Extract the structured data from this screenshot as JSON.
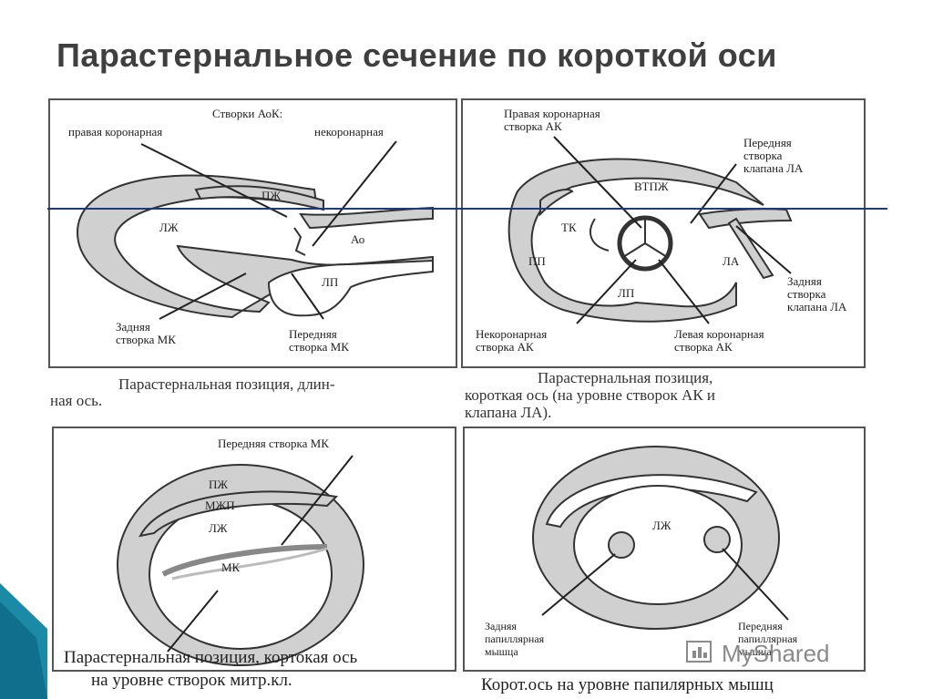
{
  "title": "Парастернальное сечение по короткой оси",
  "panel1": {
    "labels": {
      "aok": "Створки АоК:",
      "right_coronary": "правая коронарная",
      "noncoronary": "некоронарная",
      "pzh": "ПЖ",
      "lzh": "ЛЖ",
      "ao": "Ао",
      "lp": "ЛП",
      "posterior_mk_1": "Задняя",
      "posterior_mk_2": "створка МК",
      "anterior_mk_1": "Передняя",
      "anterior_mk_2": "створка МК"
    },
    "caption_1": "Парастернальная позиция, длин-",
    "caption_2": "ная ось."
  },
  "panel2": {
    "labels": {
      "right_coronary_1": "Правая коронарная",
      "right_coronary_2": "створка АК",
      "anterior_la_1": "Передняя",
      "anterior_la_2": "створка",
      "anterior_la_3": "клапана ЛА",
      "vtpzh": "ВТПЖ",
      "tk": "ТК",
      "pp": "ПП",
      "lp": "ЛП",
      "la": "ЛА",
      "posterior_la_1": "Задняя",
      "posterior_la_2": "створка",
      "posterior_la_3": "клапана ЛА",
      "noncoronary_1": "Некоронарная",
      "noncoronary_2": "створка АК",
      "left_coronary_1": "Левая коронарная",
      "left_coronary_2": "створка АК"
    },
    "caption_1": "Парастернальная позиция,",
    "caption_2": "короткая ось (на уровне створок АК и",
    "caption_3": "клапана ЛА)."
  },
  "panel3": {
    "labels": {
      "anterior_mk": "Передняя створка МК",
      "pzh": "ПЖ",
      "mzhp": "МЖП",
      "lzh": "ЛЖ",
      "mk": "МК"
    },
    "caption_1": "Парастернальная позиция, кортокая ось",
    "caption_2": "на уровне створок митр.кл."
  },
  "panel4": {
    "labels": {
      "lzh": "ЛЖ",
      "posterior_pm_1": "Задняя",
      "posterior_pm_2": "папиллярная",
      "posterior_pm_3": "мышца",
      "anterior_pm_1": "Передняя",
      "anterior_pm_2": "папиллярная",
      "anterior_pm_3": "мышца"
    },
    "caption_1": "Корот.ось на уровне папилярных мышц"
  },
  "watermark": "MyShared",
  "colors": {
    "wall_fill": "#d0d0d0",
    "stroke": "#333333",
    "accent_line": "#1f3a7a",
    "deco_teal": "#1a8aa6"
  }
}
